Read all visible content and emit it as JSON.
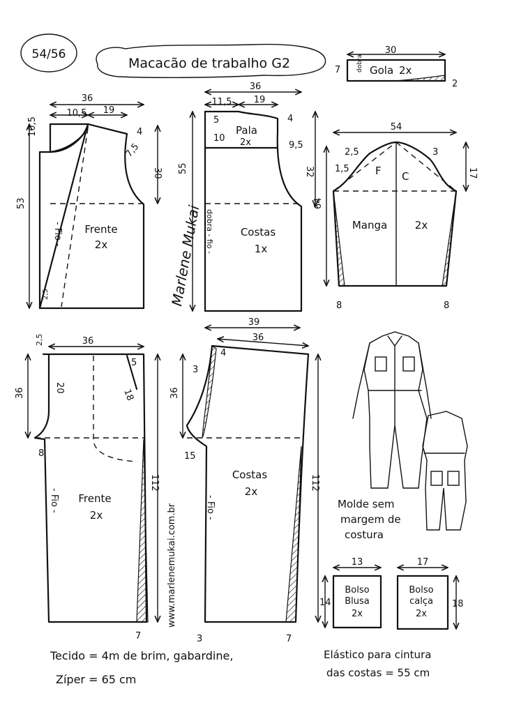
{
  "header": {
    "size": "54/56",
    "title": "Macacão de trabalho G2"
  },
  "gola": {
    "label": "Gola",
    "qty": "2x",
    "dim_width": "30",
    "dim_height": "7",
    "fold": "dobra",
    "dim_end": "2"
  },
  "blusa_frente": {
    "label": "Frente",
    "qty": "2x",
    "grain": "- Fio -",
    "dims": {
      "width": "36",
      "neck_w": "10,5",
      "shoulder": "19",
      "neck_drop": "10,5",
      "shoulder_drop": "4",
      "armhole": "7,5",
      "armhole_h": "30",
      "length": "53",
      "bottom": "2,5"
    }
  },
  "blusa_costas": {
    "label": "Costas",
    "qty": "1x",
    "grain": "dobra - fio -",
    "pala_label": "Pala",
    "pala_qty": "2x",
    "dims": {
      "width": "36",
      "neck_w": "11,5",
      "shoulder": "19",
      "pala_top": "5",
      "pala_h": "10",
      "shoulder_drop": "4",
      "armhole": "9,5",
      "armhole_h": "32",
      "length": "55"
    }
  },
  "manga": {
    "label": "Manga",
    "qty": "2x",
    "front": "F",
    "back": "C",
    "dims": {
      "width": "54",
      "cap_h": "17",
      "front_curve": "2,5",
      "back_curve": "3",
      "front_side": "1,5",
      "length": "64",
      "hem_left": "8",
      "hem_right": "8"
    }
  },
  "calca_frente": {
    "label": "Frente",
    "qty": "2x",
    "grain": "- Fio -",
    "dims": {
      "width": "36",
      "waist_step": "2,5",
      "pocket_h": "20",
      "pocket_diag": "18",
      "pocket_w": "5",
      "crotch_h": "36",
      "crotch_ext": "8",
      "length": "112",
      "hem": "7"
    }
  },
  "calca_costas": {
    "label": "Costas",
    "qty": "2x",
    "grain": "- Fio -",
    "dims": {
      "top_width": "39",
      "waist": "36",
      "waist_rise": "4",
      "seam": "3",
      "crotch_h": "36",
      "crotch_ext": "15",
      "length": "112",
      "hem_left": "3",
      "hem_right": "7"
    }
  },
  "bolso_blusa": {
    "label": "Bolso",
    "label2": "Blusa",
    "qty": "2x",
    "width": "13",
    "height": "14"
  },
  "bolso_calca": {
    "label": "Bolso",
    "label2": "calça",
    "qty": "2x",
    "width": "17",
    "height": "18"
  },
  "notes": {
    "no_seam": [
      "Molde sem",
      "margem de",
      "costura"
    ],
    "tecido": "Tecido = 4m de brim, gabardine,",
    "ziper": "Zíper = 65 cm",
    "elastico_1": "Elástico para cintura",
    "elastico_2": "das costas = 55 cm"
  },
  "watermark": {
    "site": "www.marlenemukai.com.br",
    "signature": "Marlene Mukai"
  }
}
